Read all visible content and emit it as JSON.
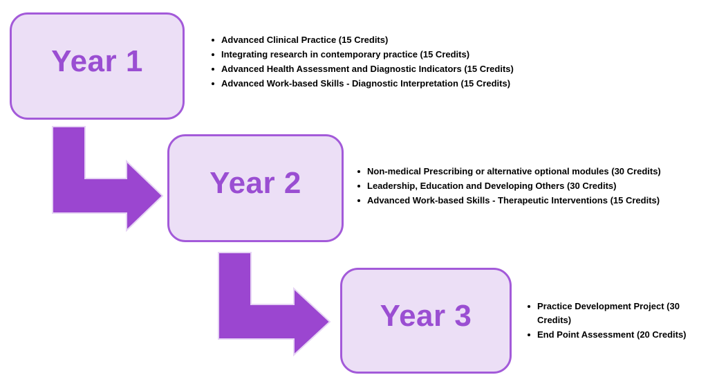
{
  "diagram": {
    "description": "Three-year course structure flow diagram",
    "arrows": [
      {
        "name": "year1-to-year2"
      },
      {
        "name": "year2-to-year3"
      }
    ]
  },
  "stages": [
    {
      "label": "Year 1",
      "modules": [
        "Advanced Clinical Practice (15 Credits)",
        "Integrating research in contemporary practice (15 Credits)",
        "Advanced Health Assessment and Diagnostic Indicators (15 Credits)",
        "Advanced Work-based Skills - Diagnostic Interpretation (15 Credits)"
      ]
    },
    {
      "label": "Year 2",
      "modules": [
        "Non-medical Prescribing or alternative optional modules (30 Credits)",
        "Leadership, Education and Developing Others (30 Credits)",
        "Advanced Work-based Skills - Therapeutic Interventions (15 Credits)"
      ]
    },
    {
      "label": "Year 3",
      "modules": [
        "Practice Development Project (30 Credits)",
        "End Point Assessment (20 Credits)"
      ]
    }
  ],
  "colors": {
    "background": "#FFFFFF",
    "box_fill": "#ECDFF6",
    "box_border": "#A35AD9",
    "label_text": "#9A4ED2",
    "arrow_fill": "#9B46D0",
    "arrow_edge": "#E6D4F4",
    "bullet_text": "#000000"
  }
}
